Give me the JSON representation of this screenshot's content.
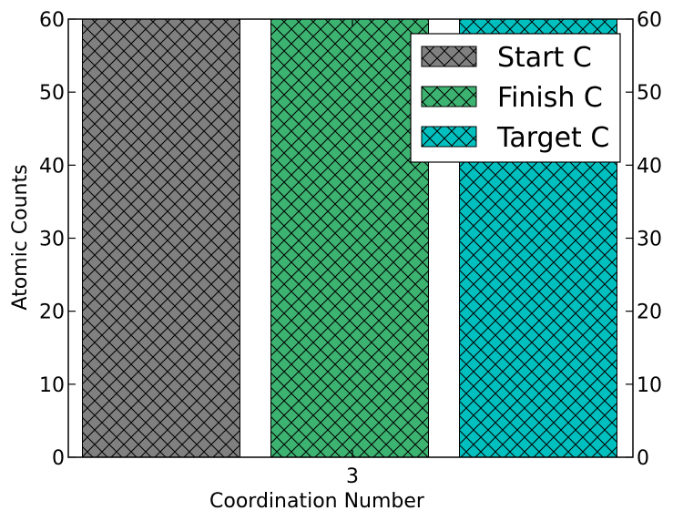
{
  "chart_data": {
    "type": "bar",
    "categories": [
      "3"
    ],
    "series": [
      {
        "name": "Start C",
        "values": [
          60
        ],
        "color": "#808080",
        "hatch": "crosshatch"
      },
      {
        "name": "Finish C",
        "values": [
          60
        ],
        "color": "#3cb371",
        "hatch": "crosshatch"
      },
      {
        "name": "Target C",
        "values": [
          60
        ],
        "color": "#00bfbf",
        "hatch": "crosshatch"
      }
    ],
    "xlabel": "Coordination Number",
    "ylabel": "Atomic Counts",
    "ylim": [
      0,
      60
    ],
    "yticks": [
      0,
      10,
      20,
      30,
      40,
      50,
      60
    ],
    "right_axis_ticks": true,
    "grid": false,
    "legend_position": "top-right"
  }
}
